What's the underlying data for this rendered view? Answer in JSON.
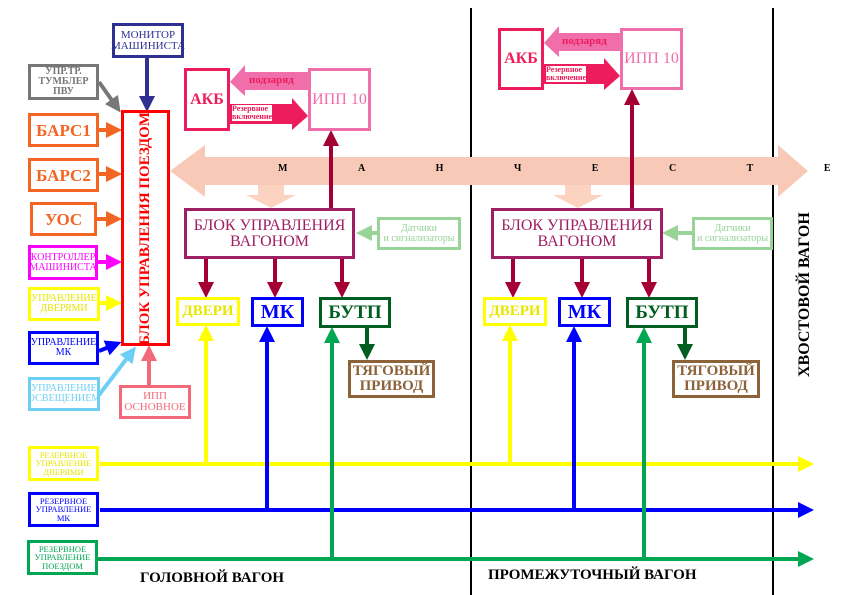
{
  "head_car": {
    "label": "ГОЛОВНОЙ ВАГОН",
    "monitor": "МОНИТОР\nМАШИНИСТА",
    "toggle": "УПР.ТР.\nТУМБЛЕР\nПВУ",
    "train_control_unit": "БЛОК УПРАВЛЕНИЯ ПОЕЗДОМ",
    "inputs": [
      "БАРС1",
      "БАРС2",
      "УОС",
      "КОНТРОЛЛЕР\nМАШИНИСТА",
      "УПРАВЛЕНИЕ\nДВЕРЯМИ",
      "УПРАВЛЕНИЕ\nМК",
      "УПРАВЛЕНИЕ\nОСВЕЩЕНИЕМ"
    ],
    "ipp_main": "ИПП\nОСНОВНОЕ",
    "reserve": [
      "РЕЗЕРВНОЕ\nУПРАВЛЕНИЕ\nДВЕРЯМИ",
      "РЕЗЕРВНОЕ\nУПРАВЛЕНИЕ\nМК",
      "РЕЗЕРВНОЕ\nУПРАВЛЕНИЕ\nПОЕЗДОМ"
    ]
  },
  "car": {
    "akb": "АКБ",
    "ipp10": "ИПП 10",
    "charge": "подзаряд",
    "reserve_on": "Резервное\nвключение",
    "car_control_unit": "БЛОК УПРАВЛЕНИЯ\nВАГОНОМ",
    "sensors": "Датчики\nи сигнализаторы",
    "doors": "ДВЕРИ",
    "mk": "МК",
    "butp": "БУТП",
    "traction": "ТЯГОВЫЙ\nПРИВОД"
  },
  "bus_label": "М А Н Ч Е С Т Е Т Н А Я   Ш И Н А",
  "middle_car_label": "ПРОМЕЖУТОЧНЫЙ ВАГОН",
  "tail_car_label": "ХВОСТОВОЙ ВАГОН"
}
